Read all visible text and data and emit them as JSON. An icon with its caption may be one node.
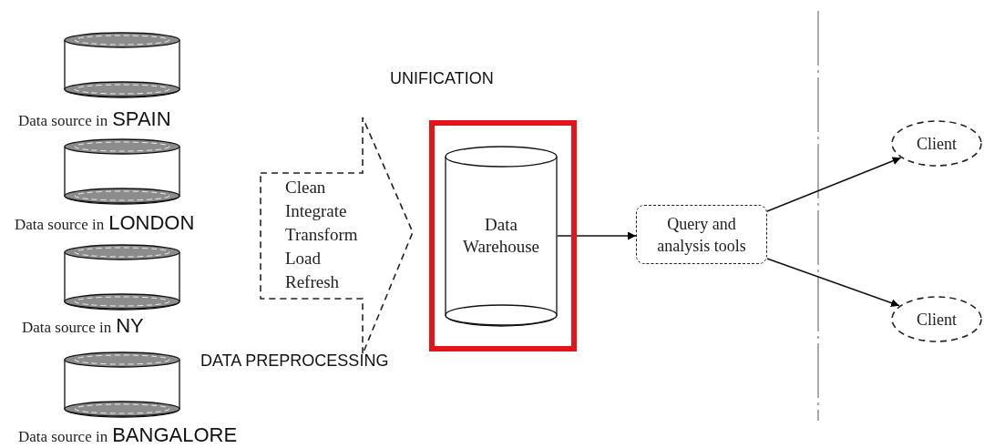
{
  "diagram": {
    "nodes": [
      {
        "text": [],
        "shape": "cylinder",
        "beside": [
          "Data source in",
          "SPAIN"
        ]
      },
      {
        "text": [],
        "shape": "cylinder",
        "beside": [
          "Data source in",
          "LONDON"
        ]
      },
      {
        "text": [],
        "shape": "cylinder",
        "beside": [
          "Data source in",
          "NY"
        ]
      },
      {
        "text": [],
        "shape": "cylinder",
        "beside": [
          "Data source in",
          "BANGALORE"
        ]
      },
      {
        "text": [
          "Clean",
          "Integrate",
          "Transform",
          "Load",
          "Refresh"
        ]
      },
      {
        "text": [],
        "shape": "box"
      },
      {
        "text": [
          "Data Warehouse"
        ],
        "in": 5
      },
      {
        "text": [
          "Query and analysis tools"
        ]
      },
      {
        "text": [
          "Client"
        ]
      },
      {
        "text": [
          "Client"
        ]
      }
    ],
    "edges": [
      {
        "from": 6,
        "to": 7,
        "arrow": "to"
      },
      {
        "from": 7,
        "to": 8,
        "arrow": "to"
      },
      {
        "from": 7,
        "to": 9,
        "arrow": "to"
      }
    ],
    "labels": [
      "UNIFICATION",
      "DATA PREPROCESSING"
    ]
  }
}
